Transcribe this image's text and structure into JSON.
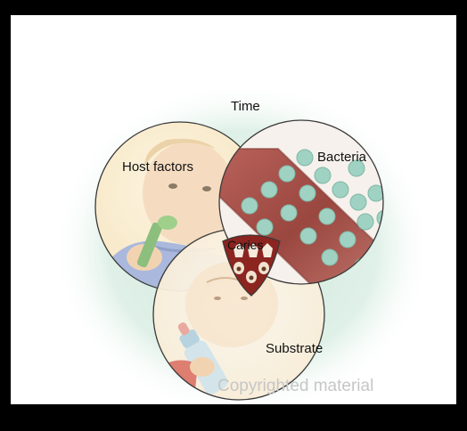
{
  "labels": {
    "time": "Time",
    "host_factors": "Host factors",
    "bacteria": "Bacteria",
    "caries": "Caries",
    "substrate": "Substrate"
  },
  "watermark": "Copyrighted material",
  "colors": {
    "outer_frame": "#000000",
    "background": "#ffffff",
    "halo": "#d5eadf",
    "host_circle_fill": "#fbf0d6",
    "bacteria_band": "#a8504a",
    "bacteria_cell": "#9fd2c2",
    "substrate_circle_fill": "#fbf4e6",
    "caries_region": "#8c2420",
    "circle_outline": "#3a3a3a"
  },
  "icons": {
    "host_circle": "baby-with-spoon-illustration",
    "bacteria_circle": "bacteria-on-tooth-illustration",
    "substrate_circle": "baby-with-bottle-illustration",
    "caries_center": "decayed-teeth-illustration"
  }
}
